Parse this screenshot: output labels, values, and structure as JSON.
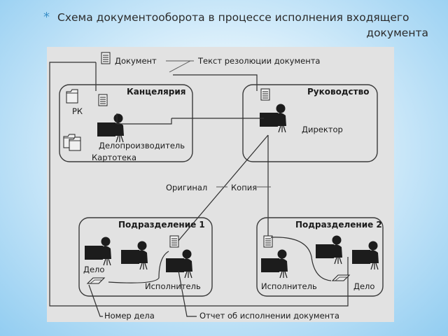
{
  "slide": {
    "bullet": "*",
    "title_line1": "Схема документооборота в процессе исполнения входящего",
    "title_line2": "документа"
  },
  "diagram": {
    "top_labels": {
      "document": "Документ",
      "resolution_text": "Текст резолюции документа"
    },
    "office": {
      "title": "Канцелярия",
      "rk": "РК",
      "clerk": "Делопроизводитель",
      "card_index": "Картотека"
    },
    "management": {
      "title": "Руководство",
      "director": "Директор"
    },
    "middle_labels": {
      "original": "Оригинал",
      "copy": "Копия"
    },
    "division1": {
      "title": "Подразделение 1",
      "case": "Дело",
      "executor": "Исполнитель"
    },
    "division2": {
      "title": "Подразделение 2",
      "executor": "Исполнитель",
      "case": "Дело"
    },
    "bottom_labels": {
      "case_number": "Номер дела",
      "report": "Отчет об исполнении документа"
    }
  }
}
